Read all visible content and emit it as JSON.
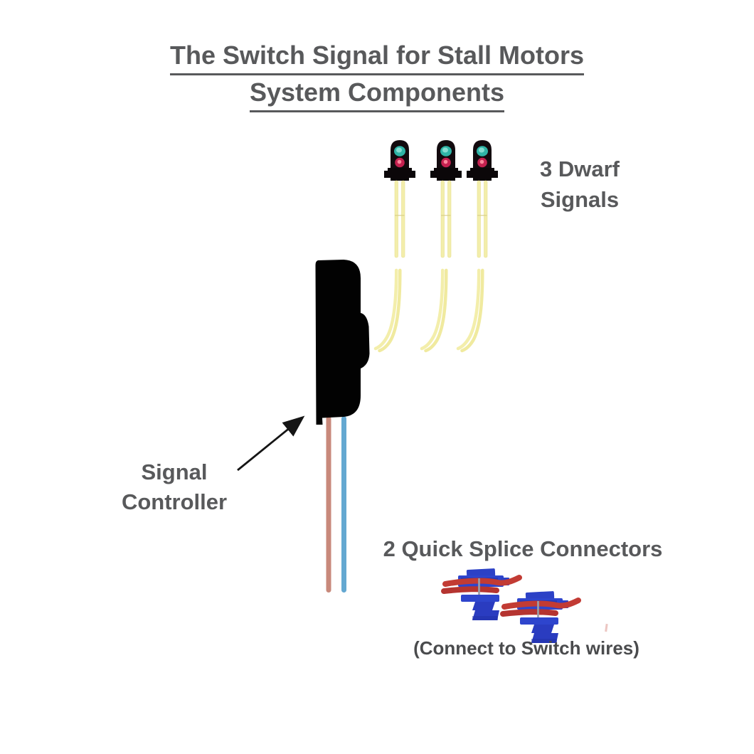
{
  "title": {
    "line1": "The Switch Signal for Stall Motors",
    "line2": "System Components"
  },
  "labels": {
    "dwarf_line1": "3 Dwarf",
    "dwarf_line2": "Signals",
    "controller_line1": "Signal",
    "controller_line2": "Controller",
    "splice_heading": "2 Quick Splice Connectors",
    "splice_note": "(Connect to Switch wires)"
  },
  "components": {
    "dwarf_signals": {
      "count": 3,
      "top_light_color": "#2fb4a6",
      "top_light_core_color": "#8fe0d6",
      "bottom_light_color": "#c52150",
      "bottom_light_core_color": "#ff93a4",
      "housing_color": "#120a0e",
      "wire_color": "#f3eeab"
    },
    "signal_controller": {
      "body_color": "#020202",
      "output_wire_red_color": "#c8897b",
      "output_wire_blue_color": "#64a8d1"
    },
    "splice_connectors": {
      "count": 2,
      "body_color": "#2e45cd",
      "wire_color": "#c23b34"
    }
  },
  "colors": {
    "background": "#ffffff",
    "heading_text": "#58595b",
    "note_text": "#4a4b4d",
    "arrow": "#151515"
  }
}
